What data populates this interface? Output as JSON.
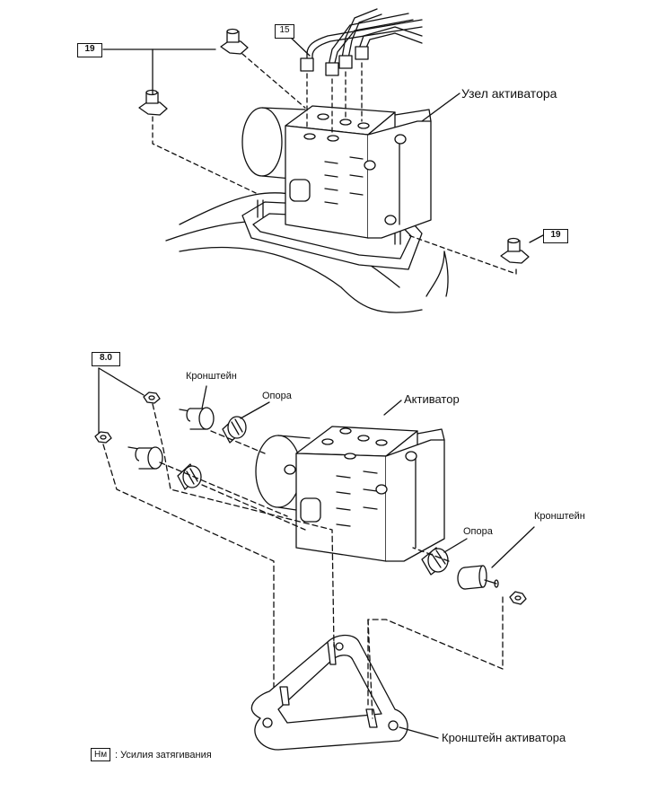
{
  "labels": {
    "actuator_assembly": "Узел активатора",
    "bracket_1": "Кронштейн",
    "support_1": "Опора",
    "actuator": "Активатор",
    "support_2": "Опора",
    "bracket_2": "Кронштейн",
    "actuator_bracket": "Кронштейн активатора"
  },
  "torque": {
    "nut_left_top": "19",
    "pipe_flare": "15",
    "nut_right": "19",
    "bracket_nuts": "8.0"
  },
  "legend": {
    "unit": "Нм",
    "description": ": Усилия затягивания"
  }
}
